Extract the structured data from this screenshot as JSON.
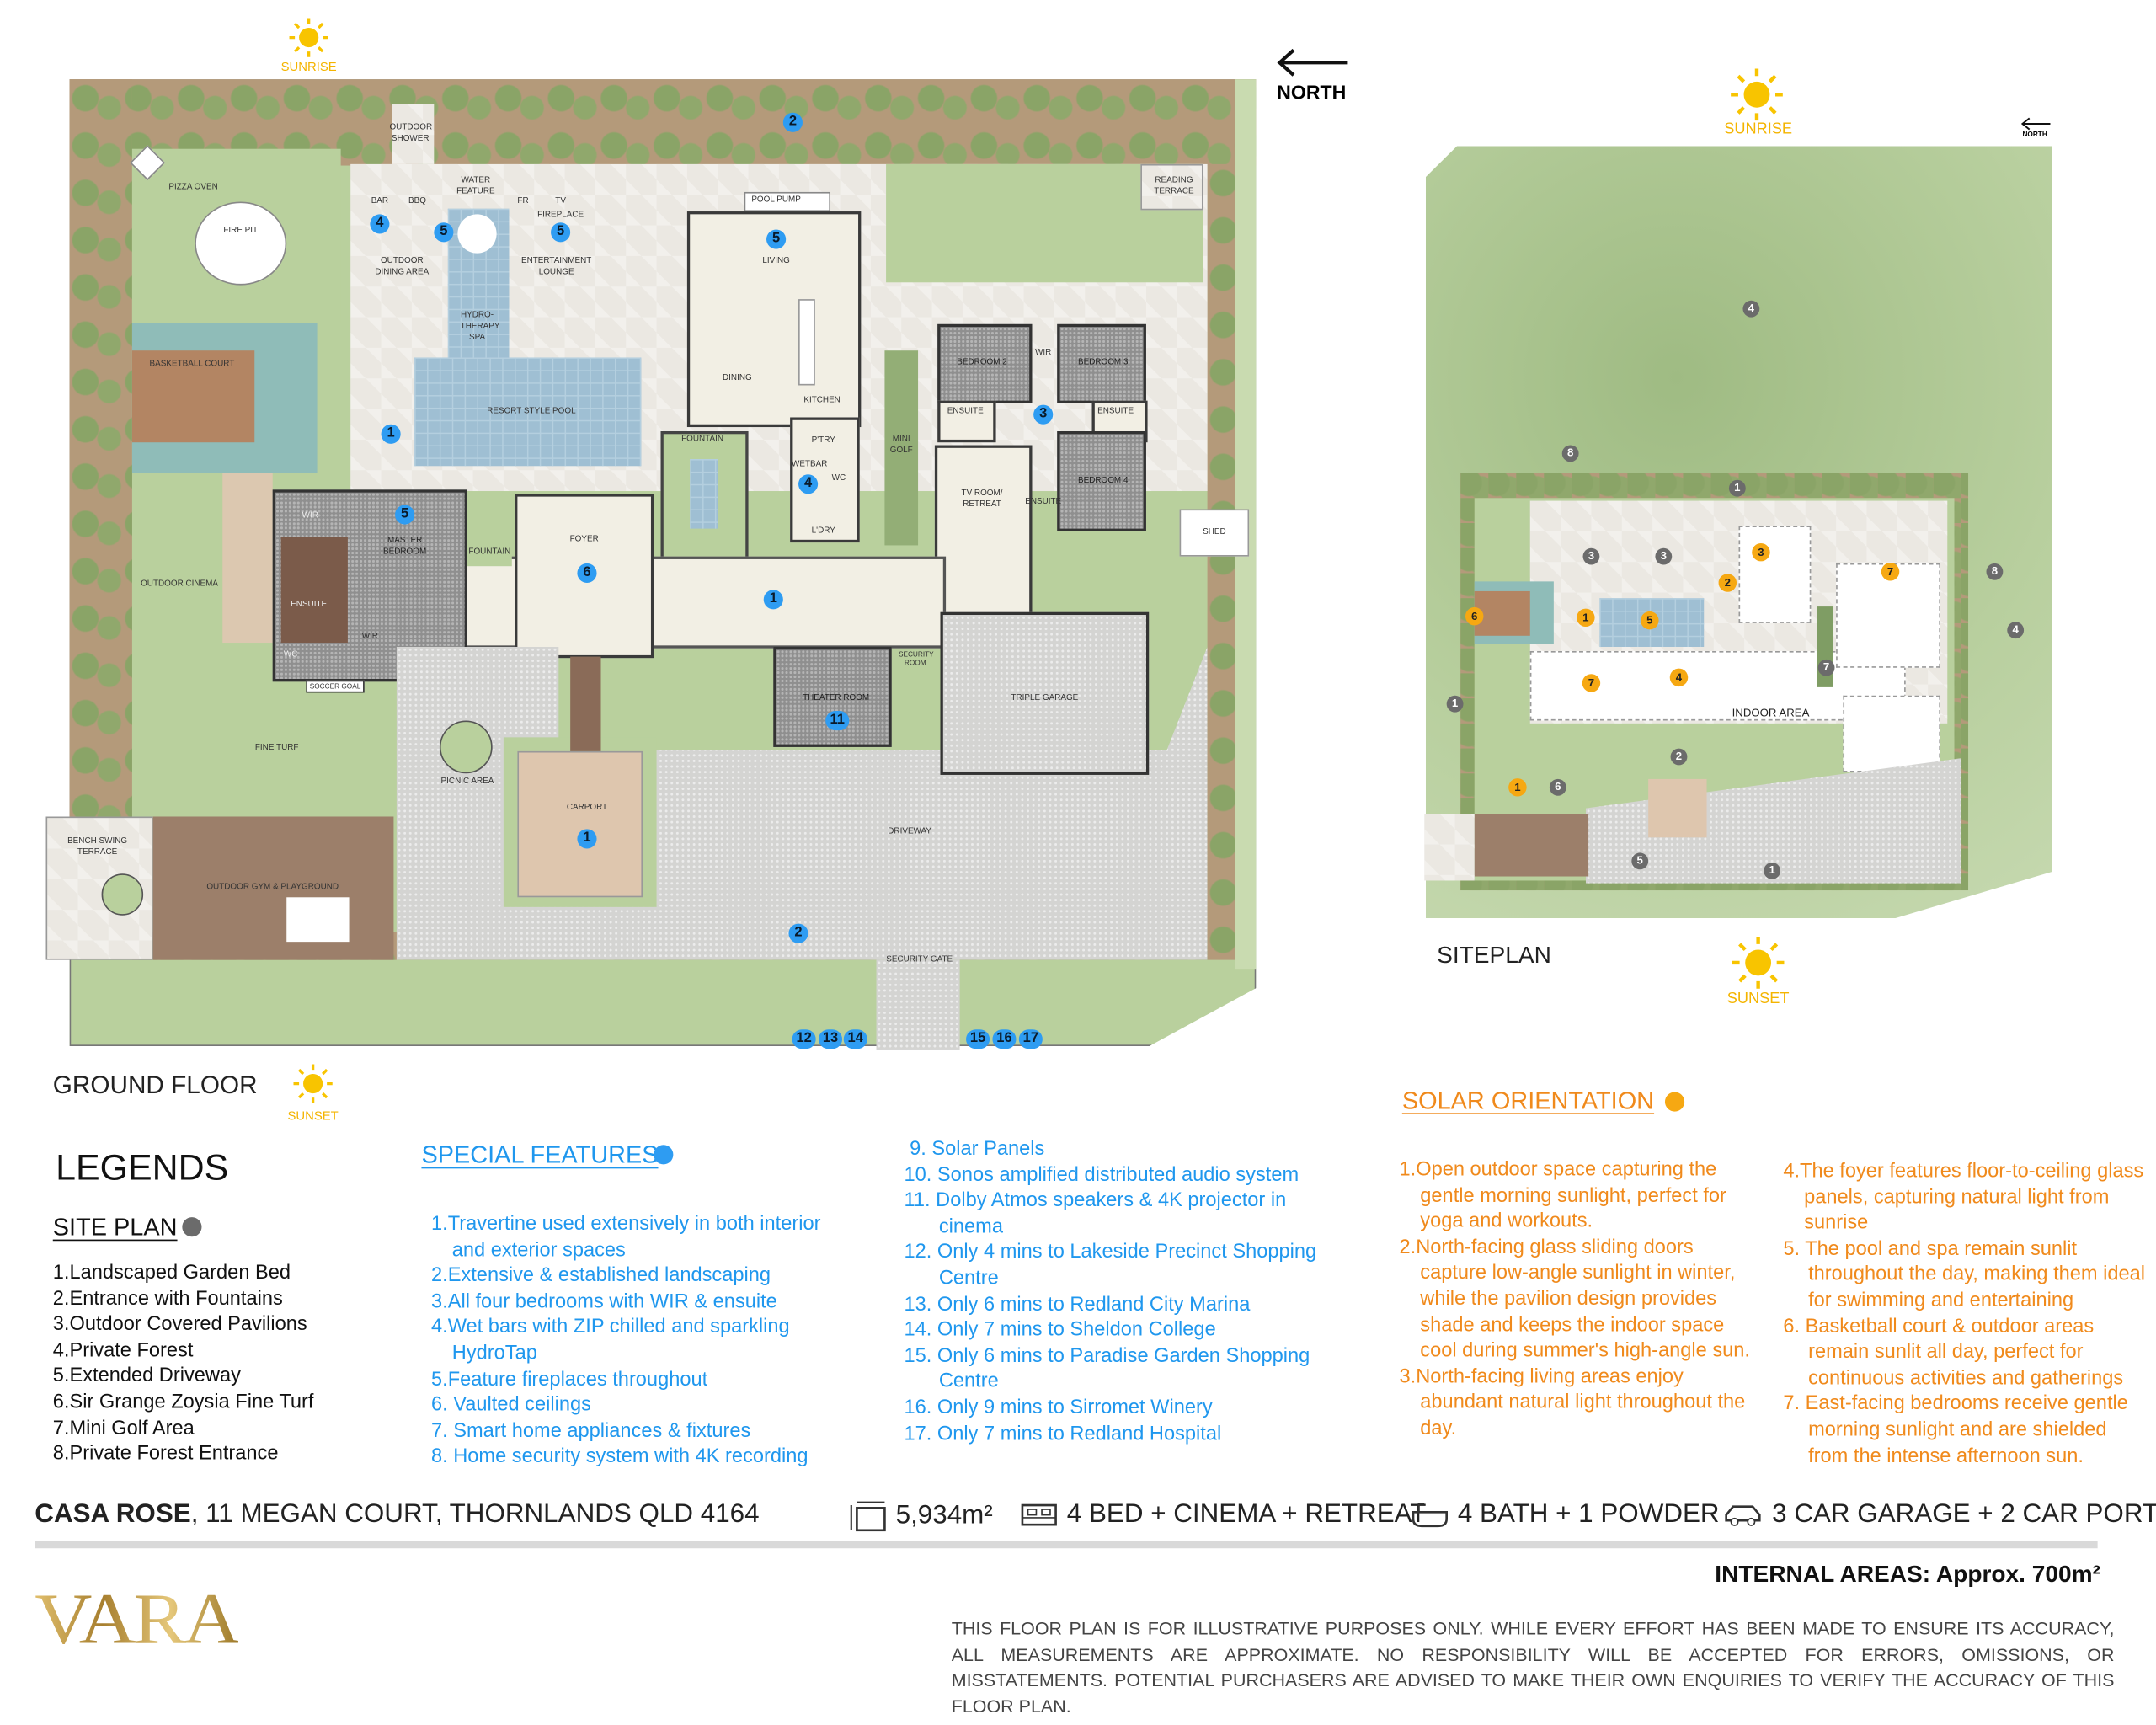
{
  "ground_floor": {
    "title": "GROUND FLOOR",
    "sunrise": "SUNRISE",
    "sunset": "SUNSET",
    "north": "NORTH",
    "rooms": {
      "outdoor_shower": "OUTDOOR SHOWER",
      "pizza_oven": "PIZZA OVEN",
      "fire_pit": "FIRE PIT",
      "water_feature": "WATER FEATURE",
      "bar": "BAR",
      "bbq": "BBQ",
      "fr": "FR",
      "tv": "TV",
      "fireplace": "FIREPLACE",
      "outdoor_dining": "OUTDOOR DINING AREA",
      "entertainment_lounge": "ENTERTAINMENT LOUNGE",
      "hydrotherapy_spa": "HYDRO-THERAPY SPA",
      "basketball_court": "BASKETBALL COURT",
      "resort_pool": "RESORT STYLE POOL",
      "pool_pump": "POOL PUMP",
      "living": "LIVING",
      "dining": "DINING",
      "kitchen": "KITCHEN",
      "pantry": "P'TRY",
      "wetbar": "WETBAR",
      "wc": "WC",
      "laundry": "L'DRY",
      "fountain": "FOUNTAIN",
      "mini_golf": "MINI GOLF",
      "reading_terrace": "READING TERRACE",
      "bedroom2": "BEDROOM 2",
      "bedroom3": "BEDROOM 3",
      "bedroom4": "BEDROOM 4",
      "wir": "WIR",
      "ensuite": "ENSUITE",
      "tv_room": "TV ROOM/ RETREAT",
      "shed": "SHED",
      "outdoor_cinema": "OUTDOOR CINEMA",
      "master_bedroom": "MASTER BEDROOM",
      "foyer": "FOYER",
      "soccer_goal": "SOCCER GOAL",
      "fine_turf": "FINE TURF",
      "picnic_area": "PICNIC AREA",
      "carport": "CARPORT",
      "theater_room": "THEATER ROOM",
      "security_room": "SECURITY ROOM",
      "triple_garage": "TRIPLE GARAGE",
      "driveway": "DRIVEWAY",
      "bench_swing": "BENCH SWING TERRACE",
      "outdoor_gym": "OUTDOOR GYM & PLAYGROUND",
      "security_gate": "SECURITY GATE"
    },
    "markers": [
      "1",
      "1",
      "1",
      "2",
      "2",
      "3",
      "4",
      "4",
      "5",
      "5",
      "5",
      "5",
      "6",
      "11",
      "12",
      "13",
      "14",
      "15",
      "16",
      "17"
    ]
  },
  "siteplan": {
    "title": "SITEPLAN",
    "sunrise": "SUNRISE",
    "sunset": "SUNSET",
    "north": "NORTH",
    "indoor_area": "INDOOR AREA",
    "grey_markers": [
      "4",
      "8",
      "1",
      "3",
      "3",
      "8",
      "4",
      "7",
      "1",
      "2",
      "6",
      "5",
      "1"
    ],
    "orange_markers": [
      "3",
      "7",
      "2",
      "1",
      "5",
      "6",
      "7",
      "4",
      "1"
    ]
  },
  "legends": {
    "title": "LEGENDS",
    "site_plan": {
      "title": "SITE PLAN",
      "dot_color": "#6b6b6b",
      "items": [
        "1.Landscaped Garden Bed",
        "2.Entrance with Fountains",
        "3.Outdoor Covered Pavilions",
        "4.Private Forest",
        "5.Extended Driveway",
        "6.Sir Grange Zoysia Fine Turf",
        "7.Mini Golf Area",
        "8.Private Forest Entrance"
      ]
    },
    "special_features": {
      "title": "SPECIAL FEATURES",
      "dot_color": "#2e9cf2",
      "items": [
        "1.Travertine used extensively in both interior and exterior spaces",
        "2.Extensive & established landscaping",
        "3.All four bedrooms with WIR & ensuite",
        "4.Wet bars with ZIP chilled and sparkling HydroTap",
        "5.Feature fireplaces throughout",
        "6. Vaulted ceilings",
        "7. Smart home appliances & fixtures",
        "8. Home security system with 4K recording"
      ],
      "items_2": [
        "9. Solar Panels",
        "10. Sonos amplified distributed audio system",
        "11. Dolby Atmos speakers & 4K projector in cinema",
        "12. Only 4 mins to Lakeside Precinct Shopping Centre",
        "13. Only 6 mins to Redland City Marina",
        "14. Only 7 mins to Sheldon College",
        "15. Only 6 mins to Paradise Garden Shopping Centre",
        "16. Only 9 mins to Sirromet Winery",
        "17. Only 7 mins to Redland Hospital"
      ]
    },
    "solar_orientation": {
      "title": "SOLAR ORIENTATION",
      "dot_color": "#f6a812",
      "items": [
        "1.Open outdoor space capturing the gentle morning sunlight, perfect for yoga and workouts.",
        "2.North-facing glass sliding doors capture low-angle sunlight in winter, while the pavilion design provides shade and keeps the indoor space cool during summer's high-angle sun.",
        "3.North-facing living areas enjoy abundant natural light throughout the day."
      ],
      "items_2": [
        "4.The foyer features floor-to-ceiling glass panels, capturing natural light from sunrise",
        "5. The pool and spa remain sunlit throughout the day, making them ideal for swimming and entertaining",
        "6. Basketball court & outdoor areas remain sunlit all day, perfect for continuous activities and gatherings",
        "7. East-facing bedrooms receive gentle morning sunlight and are shielded from the intense afternoon sun."
      ]
    }
  },
  "footer": {
    "property_name": "CASA ROSE",
    "address": ", 11 MEGAN COURT, THORNLANDS QLD 4164",
    "land_area": "5,934m²",
    "bedrooms": "4 BED + CINEMA + RETREAT",
    "bathrooms": "4 BATH + 1 POWDER",
    "parking": "3 CAR GARAGE + 2 CAR PORT",
    "internal_areas": "INTERNAL AREAS: Approx. 700m²",
    "logo": "VARA",
    "disclaimer": "THIS FLOOR PLAN IS FOR ILLUSTRATIVE PURPOSES ONLY. WHILE EVERY EFFORT HAS BEEN MADE TO ENSURE ITS ACCURACY, ALL MEASUREMENTS ARE APPROXIMATE. NO RESPONSIBILITY WILL BE ACCEPTED FOR ERRORS, OMISSIONS, OR MISSTATEMENTS. POTENTIAL PURCHASERS ARE ADVISED TO MAKE THEIR OWN ENQUIRIES TO VERIFY THE ACCURACY OF THIS FLOOR PLAN.",
    "logo_color": "#c9a24a"
  }
}
